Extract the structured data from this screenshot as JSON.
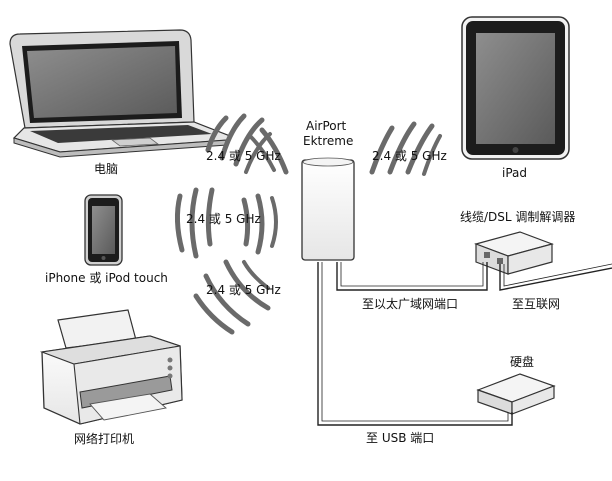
{
  "base_station": {
    "line1": "AirPort",
    "line2": "Ektreme"
  },
  "devices": {
    "laptop": "电脑",
    "ipad": "iPad",
    "iphone": "iPhone 或 iPod touch",
    "printer": "网络打印机",
    "modem": "线缆/DSL 调制解调器",
    "harddisk": "硬盘"
  },
  "wireless_labels": {
    "laptop": "2.4 或 5 GHz",
    "ipad": "2.4 或 5 GHz",
    "iphone": "2.4 或 5 GHz",
    "printer": "2.4 或 5 GHz"
  },
  "cable_labels": {
    "wan": "至以太广域网端口",
    "internet": "至互联网",
    "usb": "至 USB 端口"
  }
}
